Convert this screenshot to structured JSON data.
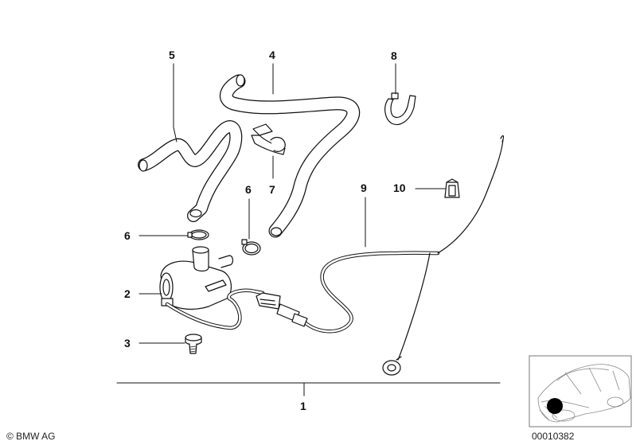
{
  "parts": {
    "p1": "1",
    "p2": "2",
    "p3": "3",
    "p4": "4",
    "p5": "5",
    "p6a": "6",
    "p6b": "6",
    "p7": "7",
    "p8": "8",
    "p9": "9",
    "p10": "10"
  },
  "footer": {
    "copyright": "© BMW AG",
    "image_number": "00010382"
  },
  "colors": {
    "line": "#111111",
    "fill": "#ffffff",
    "marker": "#000000"
  }
}
